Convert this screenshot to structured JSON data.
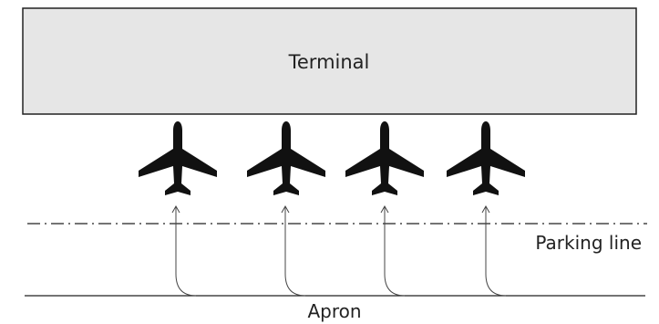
{
  "terminal": {
    "label": "Terminal",
    "fill": "#e6e6e6",
    "stroke": "#222222"
  },
  "parking_line": {
    "label": "Parking line"
  },
  "apron": {
    "label": "Apron"
  },
  "aircraft": [
    {
      "name": "aircraft-1",
      "icon": "airplane-icon"
    },
    {
      "name": "aircraft-2",
      "icon": "airplane-icon"
    },
    {
      "name": "aircraft-3",
      "icon": "airplane-icon"
    },
    {
      "name": "aircraft-4",
      "icon": "airplane-icon"
    }
  ],
  "colors": {
    "aircraft": "#111111",
    "line": "#222222",
    "path": "#444444"
  }
}
